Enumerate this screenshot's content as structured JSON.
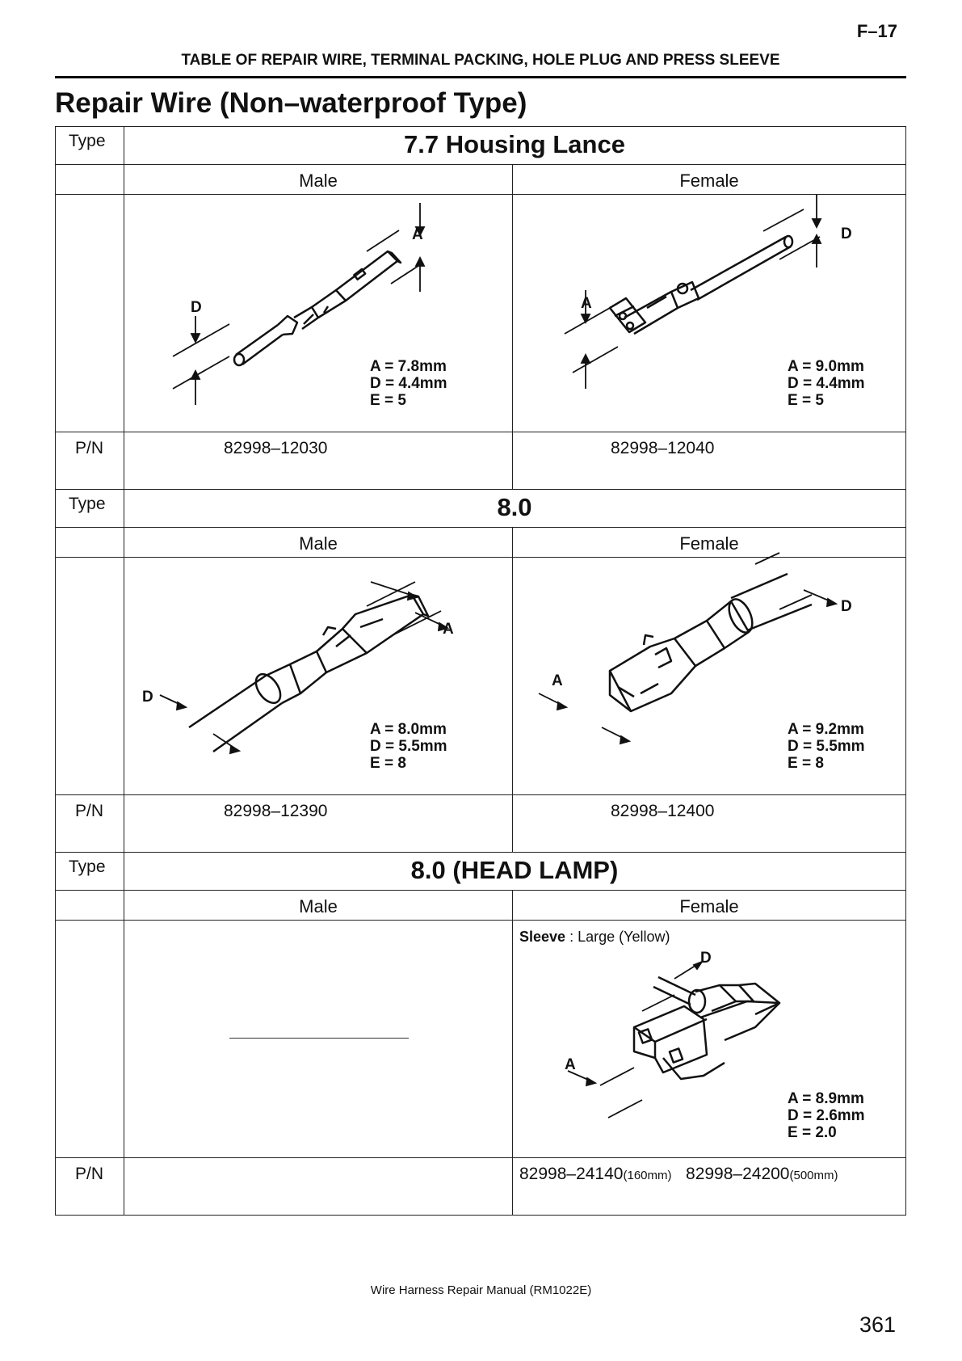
{
  "header": {
    "page_code": "F–17",
    "running_head": "TABLE OF REPAIR WIRE, TERMINAL PACKING, HOLE PLUG AND PRESS SLEEVE",
    "section_title": "Repair Wire (Non–waterproof Type)"
  },
  "labels": {
    "type": "Type",
    "pn": "P/N",
    "male": "Male",
    "female": "Female"
  },
  "sections": [
    {
      "title": "7.7 Housing Lance",
      "male": {
        "A": "A = 7.8mm",
        "D": "D = 4.4mm",
        "E": "E = 5",
        "pn": "82998–12030"
      },
      "female": {
        "A": "A = 9.0mm",
        "D": "D = 4.4mm",
        "E": "E = 5",
        "pn": "82998–12040"
      }
    },
    {
      "title": "8.0",
      "male": {
        "A": "A = 8.0mm",
        "D": "D = 5.5mm",
        "E": "E = 8",
        "pn": "82998–12390"
      },
      "female": {
        "A": "A = 9.2mm",
        "D": "D = 5.5mm",
        "E": "E = 8",
        "pn": "82998–12400"
      }
    },
    {
      "title": "8.0 (HEAD LAMP)",
      "male": {
        "pn": ""
      },
      "female": {
        "sleeve_label": "Sleeve",
        "sleeve_value": " : Large (Yellow)",
        "A": "A = 8.9mm",
        "D": "D = 2.6mm",
        "E": "E = 2.0",
        "pn1": "82998–24140",
        "pn1_len": "(160mm)",
        "pn2": "82998–24200",
        "pn2_len": "(500mm)"
      }
    }
  ],
  "dimension_letters": {
    "a": "A",
    "d": "D"
  },
  "footer": {
    "text": "Wire Harness Repair Manual (RM1022E)",
    "page_number": "361"
  }
}
